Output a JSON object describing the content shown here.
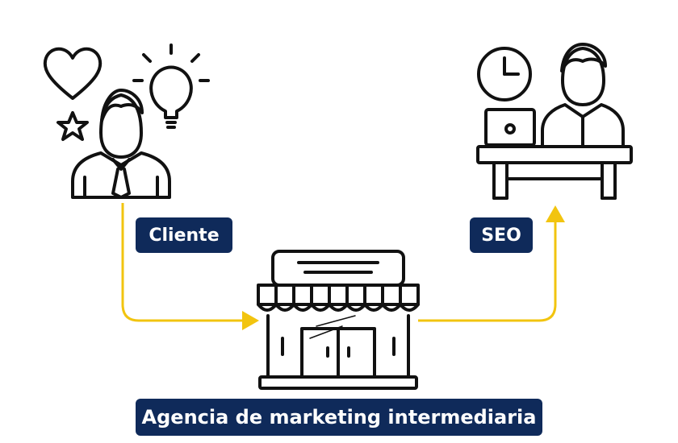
{
  "nodes": {
    "cliente": {
      "label": "Cliente",
      "icon": "client-person-icon"
    },
    "seo": {
      "label": "SEO",
      "icon": "seo-worker-desk-icon"
    },
    "agencia": {
      "label": "Agencia de marketing intermediaria",
      "icon": "storefront-icon"
    }
  },
  "colors": {
    "label_bg": "#0f2a5a",
    "label_text": "#ffffff",
    "connector": "#f2c40f",
    "icon_stroke": "#111111"
  }
}
